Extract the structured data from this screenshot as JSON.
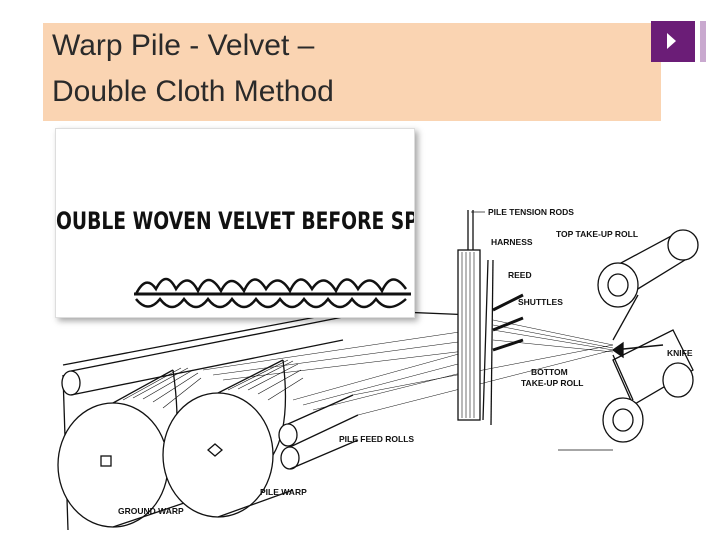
{
  "slide": {
    "title_line1": "Warp Pile - Velvet –",
    "title_line2": "Double Cloth Method"
  },
  "inset": {
    "caption": "OUBLE WOVEN VELVET BEFORE SPL"
  },
  "diagram": {
    "labels": {
      "pile_tension_rods": "PILE TENSION RODS",
      "harness": "HARNESS",
      "top_take_up_roll": "TOP TAKE-UP ROLL",
      "reed": "REED",
      "shuttles": "SHUTTLES",
      "knife": "KNIFE",
      "bottom_take_up_roll_1": "BOTTOM",
      "bottom_take_up_roll_2": "TAKE-UP ROLL",
      "pile_feed_rolls": "PILE FEED ROLLS",
      "pile_warp": "PILE WARP",
      "ground_warp": "GROUND WARP"
    }
  },
  "colors": {
    "title_box": "#fad4b2",
    "accent": "#6b1d77"
  }
}
